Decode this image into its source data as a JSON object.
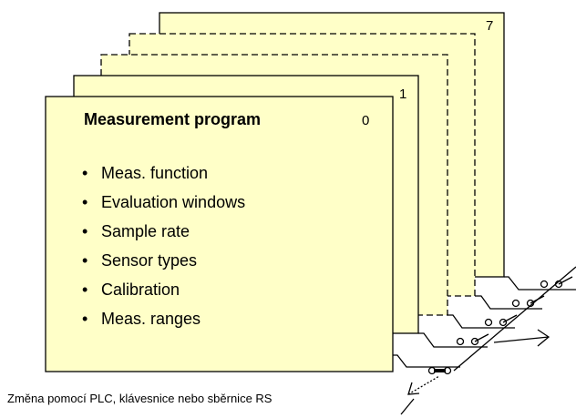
{
  "diagram": {
    "title": "Measurement program",
    "program_numbers": {
      "front": "0",
      "second": "1",
      "back": "7"
    },
    "items": [
      "Meas. function",
      "Evaluation windows",
      "Sample rate",
      "Sensor types",
      "Calibration",
      "Meas. ranges"
    ],
    "bullet": "•",
    "caption": "Změna pomocí PLC, klávesnice nebo sběrnice RS",
    "colors": {
      "card_fill": "#ffffc8",
      "line": "#000000"
    }
  }
}
